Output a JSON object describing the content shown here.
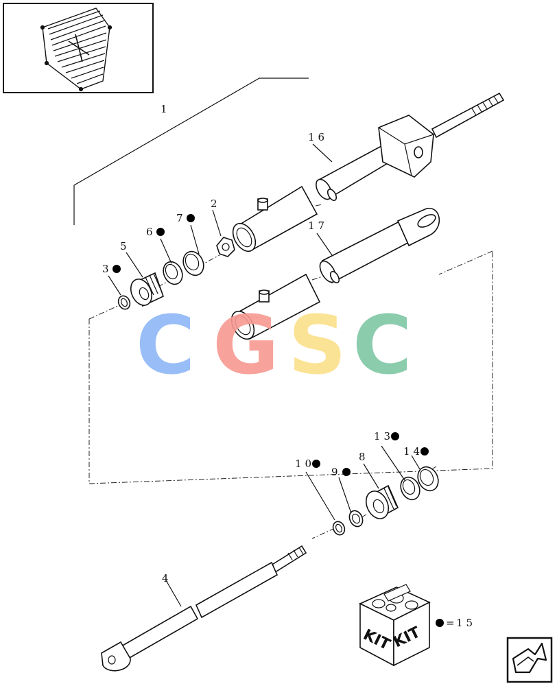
{
  "diagram": {
    "part_labels": [
      {
        "id": "p1",
        "text": "1"
      },
      {
        "id": "p2",
        "text": "2"
      },
      {
        "id": "p3",
        "text": "3"
      },
      {
        "id": "p4",
        "text": "4"
      },
      {
        "id": "p5",
        "text": "5"
      },
      {
        "id": "p6",
        "text": "6"
      },
      {
        "id": "p7",
        "text": "7"
      },
      {
        "id": "p8",
        "text": "8"
      },
      {
        "id": "p9",
        "text": "9"
      },
      {
        "id": "p10",
        "text": "10"
      },
      {
        "id": "p13",
        "text": "13"
      },
      {
        "id": "p14",
        "text": "14"
      },
      {
        "id": "p16",
        "text": "16"
      },
      {
        "id": "p17",
        "text": "17"
      }
    ],
    "kit": {
      "box_text_left": "KIT",
      "box_text_right": "KIT",
      "legend_symbol": "●",
      "legend_equals": "=",
      "legend_value": "15"
    },
    "watermark": {
      "letters": [
        "C",
        "G",
        "S",
        "C"
      ],
      "colors": [
        "#8fb7f7",
        "#f79a92",
        "#fbe08a",
        "#7fc7a5"
      ]
    },
    "marker_color": "#000000"
  }
}
